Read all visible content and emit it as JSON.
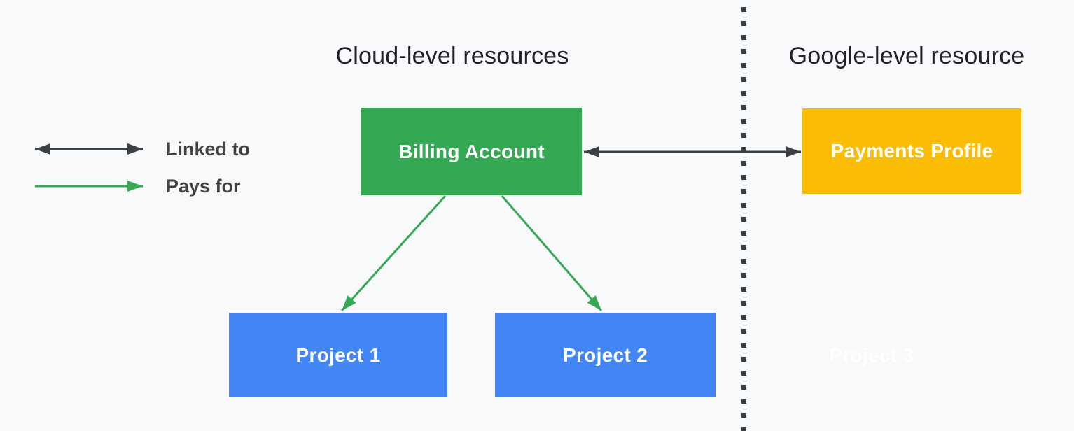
{
  "headings": {
    "left": "Cloud-level resources",
    "right": "Google-level resource"
  },
  "legend": {
    "items": [
      {
        "label": "Linked to",
        "arrow_style": "double-headed",
        "arrow_color": "#3C4043"
      },
      {
        "label": "Pays for",
        "arrow_style": "single-headed",
        "arrow_color": "#34A853"
      }
    ]
  },
  "nodes": {
    "billing_account": {
      "label": "Billing Account",
      "color": "#34A853"
    },
    "payments_profile": {
      "label": "Payments Profile",
      "color": "#FBBC04"
    },
    "project1": {
      "label": "Project 1",
      "color": "#4285F4"
    },
    "project2": {
      "label": "Project 2",
      "color": "#4285F4"
    },
    "project3": {
      "label": "Project 3",
      "color": "transparent"
    }
  },
  "relations": [
    {
      "from": "billing_account",
      "to": "payments_profile",
      "type": "linked-to"
    },
    {
      "from": "billing_account",
      "to": "project1",
      "type": "pays-for"
    },
    {
      "from": "billing_account",
      "to": "project2",
      "type": "pays-for"
    }
  ],
  "colors": {
    "bg": "#F8F9FA",
    "green": "#34A853",
    "blue": "#4285F4",
    "yellow": "#FBBC04",
    "ink": "#3C4043",
    "heading": "#202124",
    "legend-text": "#424242",
    "node-text": "#FFFFFF"
  }
}
